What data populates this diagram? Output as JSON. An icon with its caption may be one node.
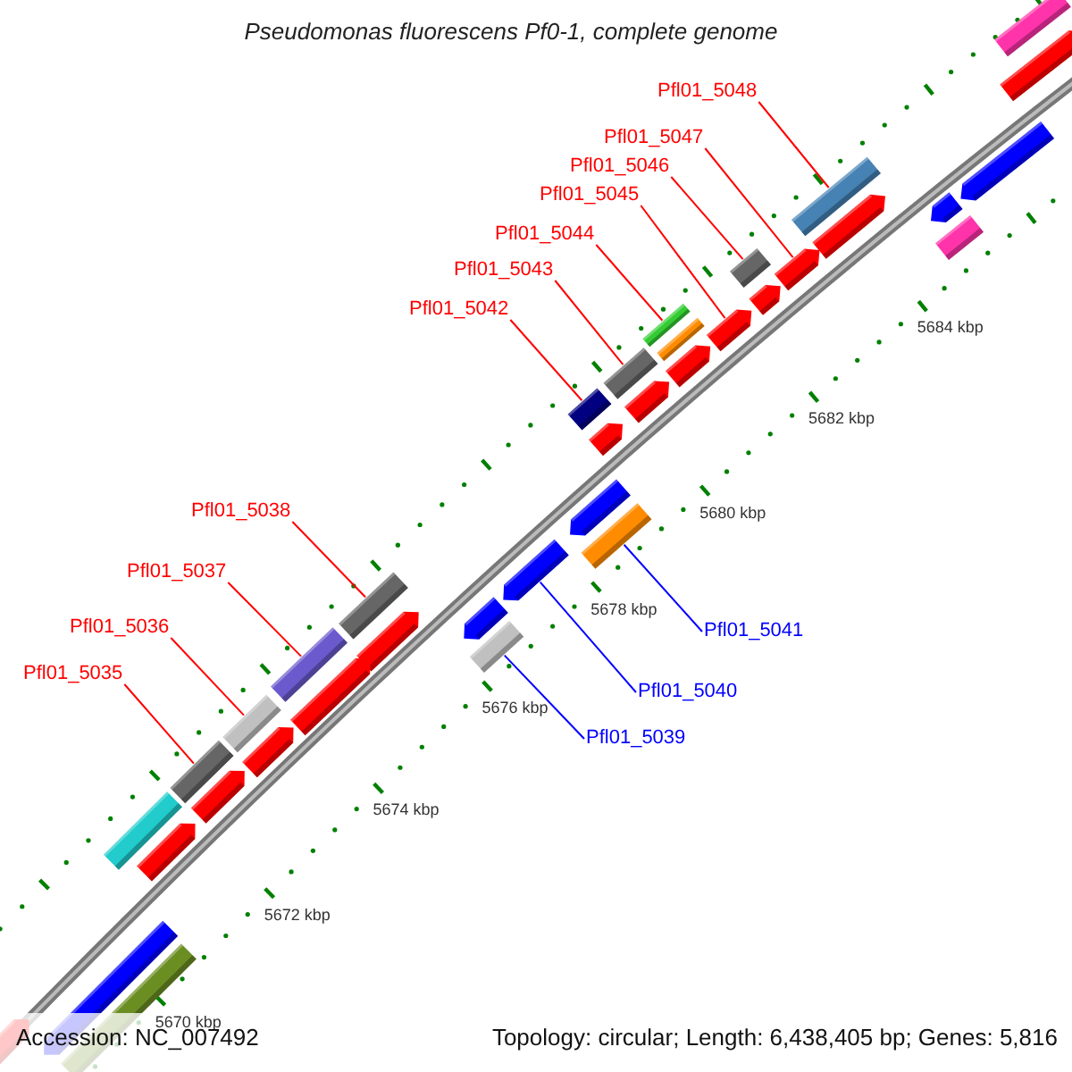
{
  "diagram": {
    "title": "Pseudomonas fluorescens Pf0-1, complete genome",
    "nodes": [
      {
        "text": [
          "Pfl01_5048"
        ]
      },
      {
        "text": [
          "Pfl01_5047"
        ]
      },
      {
        "text": [
          "Pfl01_5046"
        ]
      },
      {
        "text": [
          "Pfl01_5045"
        ]
      },
      {
        "text": [
          "Pfl01_5044"
        ]
      },
      {
        "text": [
          "Pfl01_5043"
        ]
      },
      {
        "text": [
          "Pfl01_5042"
        ]
      },
      {
        "text": [
          "Pfl01_5038"
        ]
      },
      {
        "text": [
          "Pfl01_5037"
        ]
      },
      {
        "text": [
          "Pfl01_5036"
        ]
      },
      {
        "text": [
          "Pfl01_5041"
        ]
      },
      {
        "text": [
          "Pfl01_5035"
        ]
      },
      {
        "text": [
          "Pfl01_5040"
        ]
      },
      {
        "text": [
          "Pfl01_5039"
        ]
      },
      {
        "text": [],
        "shape": "bar"
      },
      {
        "text": [],
        "shape": "pentagon"
      },
      {
        "text": [],
        "shape": "pentagon"
      },
      {
        "text": [],
        "shape": "bar"
      },
      {
        "text": [],
        "shape": "pentagon"
      },
      {
        "text": [],
        "shape": "pentagon"
      },
      {
        "text": [],
        "shape": "bar"
      },
      {
        "text": [],
        "shape": "pentagon"
      },
      {
        "text": [],
        "shape": "bar"
      },
      {
        "text": [],
        "shape": "pentagon"
      },
      {
        "text": [],
        "shape": "bar"
      },
      {
        "text": [],
        "shape": "pentagon"
      },
      {
        "text": [],
        "shape": "bar"
      },
      {
        "text": [],
        "shape": "pentagon"
      },
      {
        "text": [],
        "shape": "bar"
      },
      {
        "text": [],
        "shape": "pentagon"
      },
      {
        "text": [],
        "shape": "bar"
      },
      {
        "text": [],
        "shape": "pentagon"
      },
      {
        "text": [],
        "shape": "pentagon"
      },
      {
        "text": [],
        "shape": "bar"
      },
      {
        "text": [],
        "shape": "pentagon"
      },
      {
        "text": [],
        "shape": "bar"
      },
      {
        "text": [],
        "shape": "pentagon"
      },
      {
        "text": [],
        "shape": "pentagon"
      },
      {
        "text": [],
        "shape": "bar"
      },
      {
        "text": [],
        "shape": "bar"
      },
      {
        "text": [],
        "shape": "pentagon"
      },
      {
        "text": [],
        "shape": "bar"
      },
      {
        "text": [],
        "shape": "pentagon"
      },
      {
        "text": [],
        "shape": "bar"
      },
      {
        "text": [],
        "shape": "pentagon"
      },
      {
        "text": [],
        "shape": "bar"
      },
      {
        "text": [],
        "shape": "pentagon"
      },
      {
        "text": [],
        "shape": "pentagon"
      },
      {
        "text": [],
        "shape": "bar"
      },
      {
        "text": [],
        "shape": "pentagon"
      }
    ],
    "edges": [
      {
        "from": 0,
        "to": 17,
        "arrow": "none"
      },
      {
        "from": 1,
        "to": 21,
        "arrow": "none"
      },
      {
        "from": 2,
        "to": 22,
        "arrow": "none"
      },
      {
        "from": 3,
        "to": 25,
        "arrow": "none"
      },
      {
        "from": 4,
        "to": 24,
        "arrow": "none"
      },
      {
        "from": 5,
        "to": 28,
        "arrow": "none"
      },
      {
        "from": 6,
        "to": 30,
        "arrow": "none"
      },
      {
        "from": 7,
        "to": 35,
        "arrow": "none"
      },
      {
        "from": 8,
        "to": 39,
        "arrow": "none"
      },
      {
        "from": 9,
        "to": 41,
        "arrow": "none"
      },
      {
        "from": 10,
        "to": 33,
        "arrow": "none",
        "color": "#0000ff"
      },
      {
        "from": 11,
        "to": 43,
        "arrow": "none"
      },
      {
        "from": 12,
        "to": 34,
        "arrow": "none",
        "color": "#0000ff"
      },
      {
        "from": 13,
        "to": 38,
        "arrow": "none",
        "color": "#0000ff"
      }
    ],
    "labels": [
      "5684 kbp",
      "5682 kbp",
      "5680 kbp",
      "5678 kbp",
      "5676 kbp",
      "5674 kbp",
      "5672 kbp",
      "5670 kbp",
      "Accession: NC_007492",
      "Topology: circular; Length: 6,438,405 bp; Genes: 5,816"
    ]
  }
}
